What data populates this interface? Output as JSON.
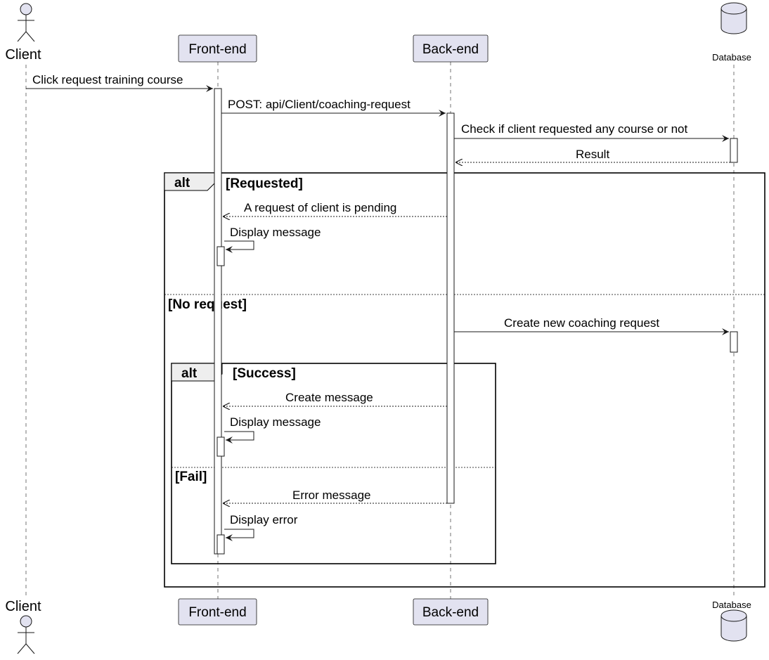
{
  "participants": {
    "client": {
      "label": "Client",
      "kind": "actor"
    },
    "frontend": {
      "label": "Front-end",
      "kind": "participant"
    },
    "backend": {
      "label": "Back-end",
      "kind": "participant"
    },
    "database": {
      "label": "Database",
      "kind": "database"
    }
  },
  "messages": {
    "m1": "Click request training course",
    "m2": "POST: api/Client/coaching-request",
    "m3": "Check if client requested any course or not",
    "m4": "Result",
    "m5": "A request of client is pending",
    "m6": "Display message",
    "m7": "Create new coaching request",
    "m8": "Create message",
    "m9": "Display message",
    "m10": "Error message",
    "m11": "Display error"
  },
  "fragments": {
    "outer": {
      "keyword": "alt",
      "cond1": "[Requested]",
      "cond2": "[No request]"
    },
    "inner": {
      "keyword": "alt",
      "cond1": "[Success]",
      "cond2": "[Fail]"
    }
  },
  "colors": {
    "participant_fill": "#e2e2f0",
    "participant_border": "#181818",
    "lifeline": "#181818",
    "fragment_header": "#eeeeee"
  }
}
